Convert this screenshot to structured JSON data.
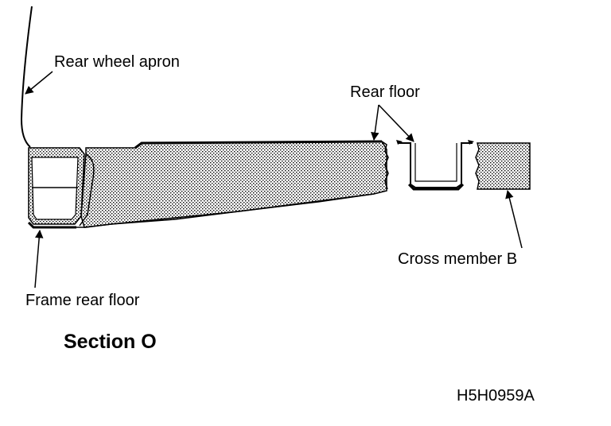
{
  "diagram": {
    "title": "Section O",
    "code": "H5H0959A",
    "labels": {
      "rear_wheel_apron": "Rear wheel apron",
      "rear_floor": "Rear floor",
      "cross_member_b": "Cross member B",
      "frame_rear_floor": "Frame rear floor"
    }
  }
}
